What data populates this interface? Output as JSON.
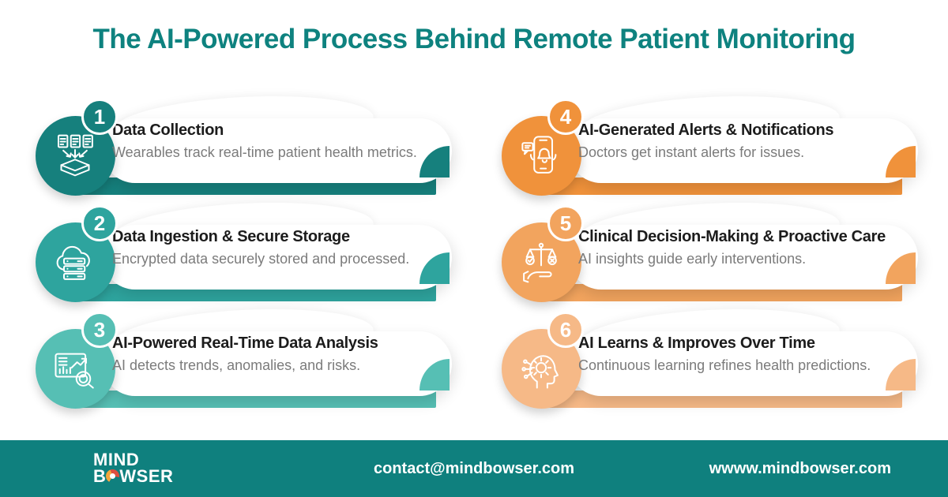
{
  "page": {
    "title": "The AI-Powered Process Behind Remote Patient Monitoring",
    "title_color": "#0e827f",
    "background_color": "#ffffff"
  },
  "steps": [
    {
      "number": "1",
      "title": "Data Collection",
      "description": "Wearables track real-time patient health metrics.",
      "color": "#16807d",
      "icon": "documents-to-box-icon"
    },
    {
      "number": "2",
      "title": "Data Ingestion & Secure Storage",
      "description": "Encrypted data securely stored and processed.",
      "color": "#2ea49e",
      "icon": "cloud-server-icon"
    },
    {
      "number": "3",
      "title": "AI-Powered Real-Time Data Analysis",
      "description": "AI detects trends, anomalies, and risks.",
      "color": "#56bfb4",
      "icon": "analytics-chart-icon"
    },
    {
      "number": "4",
      "title": "AI-Generated Alerts & Notifications",
      "description": "Doctors get instant alerts for issues.",
      "color": "#f0923b",
      "icon": "phone-alert-icon"
    },
    {
      "number": "5",
      "title": "Clinical Decision-Making & Proactive Care",
      "description": "AI insights guide early interventions.",
      "color": "#f2a45e",
      "icon": "scales-hand-icon"
    },
    {
      "number": "6",
      "title": "AI Learns & Improves Over Time",
      "description": "Continuous learning refines health predictions.",
      "color": "#f6b987",
      "icon": "ai-head-gear-icon"
    }
  ],
  "footer": {
    "background_color": "#0f807e",
    "logo_line1": "MIND",
    "logo_line2_pre": "B",
    "logo_line2_post": "WSER",
    "logo_swirl_icon": "swirl-logo-icon",
    "contact_email": "contact@mindbowser.com",
    "website": "wwww.mindbowser.com"
  }
}
